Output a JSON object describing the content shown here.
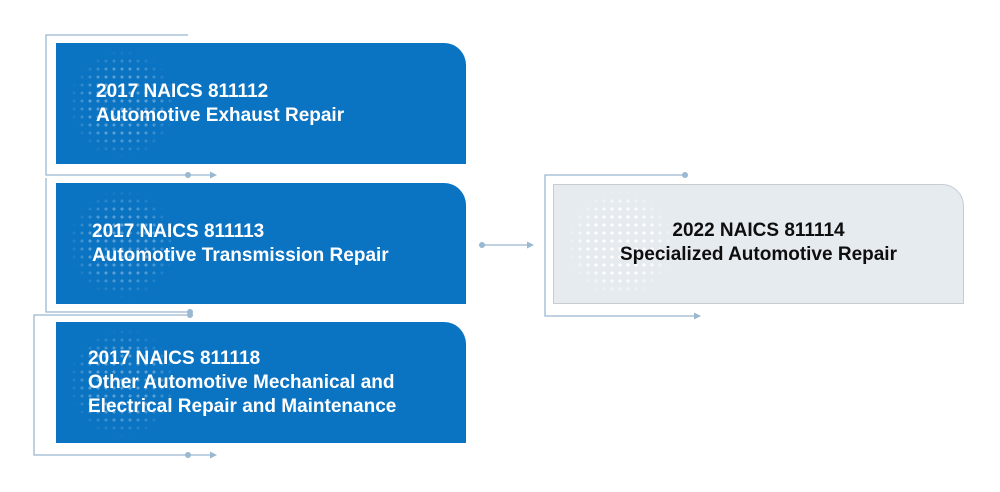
{
  "sources": [
    {
      "code": "2017 NAICS 811112",
      "lines": [
        "Automotive Exhaust Repair"
      ]
    },
    {
      "code": "2017 NAICS 811113",
      "lines": [
        "Automotive Transmission Repair"
      ]
    },
    {
      "code": "2017 NAICS 811118",
      "lines": [
        "Other Automotive Mechanical and",
        "Electrical Repair and Maintenance"
      ]
    }
  ],
  "target": {
    "code": "2022 NAICS 811114",
    "lines": [
      "Specialized Automotive Repair"
    ]
  },
  "colors": {
    "source_fill": "#0a73c2",
    "target_fill": "#e6ebf0",
    "connector": "#9ab8cf"
  }
}
